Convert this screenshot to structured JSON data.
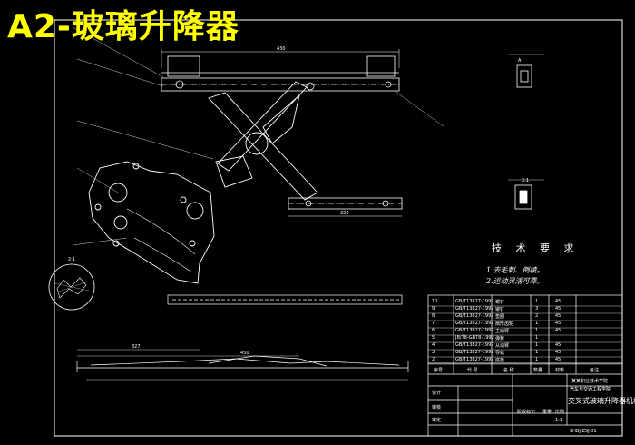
{
  "title": "A2-玻璃升降器",
  "technical_requirements": {
    "heading": "技 术 要 求",
    "items": [
      "1.去毛刺、倒棱。",
      "2.运动灵活可靠。"
    ]
  },
  "title_block": {
    "drawing_name": "交叉式玻璃升降器机构",
    "school": "某某职业技术学院",
    "department": "汽车与交通工程学院",
    "scale": "1:1",
    "sheet_code": "SHBJ-ZSJ-01",
    "row_labels": [
      "设计",
      "审核",
      "审定"
    ],
    "header_cells": [
      "序号",
      "代 号",
      "名 称",
      "数量",
      "材料",
      "备注"
    ],
    "stage_label": "阶段标记",
    "weight_label": "重量",
    "scale_label": "比例"
  },
  "parts_rows": [
    {
      "no": "10",
      "code": "GB/T13827-1992",
      "name": "螺钉",
      "qty": "1",
      "mat": "45"
    },
    {
      "no": "9",
      "code": "GB/T13827-1992",
      "name": "铆钉",
      "qty": "3",
      "mat": "45"
    },
    {
      "no": "8",
      "code": "GB/T13827-1992",
      "name": "垫圈",
      "qty": "2",
      "mat": "45"
    },
    {
      "no": "7",
      "code": "GB/T13827-1992",
      "name": "扇形齿轮",
      "qty": "1",
      "mat": "45"
    },
    {
      "no": "6",
      "code": "GB/T13827-1992",
      "name": "主动臂",
      "qty": "1",
      "mat": "45"
    },
    {
      "no": "5",
      "code": "JB/T8-GBT8-1992",
      "name": "弹簧",
      "qty": "1",
      "mat": ""
    },
    {
      "no": "4",
      "code": "GB/T13827-1992",
      "name": "从动臂",
      "qty": "1",
      "mat": "45"
    },
    {
      "no": "3",
      "code": "GB/T13827-1992",
      "name": "导轨",
      "qty": "1",
      "mat": "45"
    },
    {
      "no": "2",
      "code": "GB/T13827-1992",
      "name": "底板",
      "qty": "1",
      "mat": "45"
    }
  ],
  "view_labels": {
    "section_a": "A",
    "detail": "2:1",
    "detail2": "2:1"
  },
  "dims": {
    "top": "430",
    "mid": "450",
    "bottom": "327",
    "rail": "320"
  }
}
